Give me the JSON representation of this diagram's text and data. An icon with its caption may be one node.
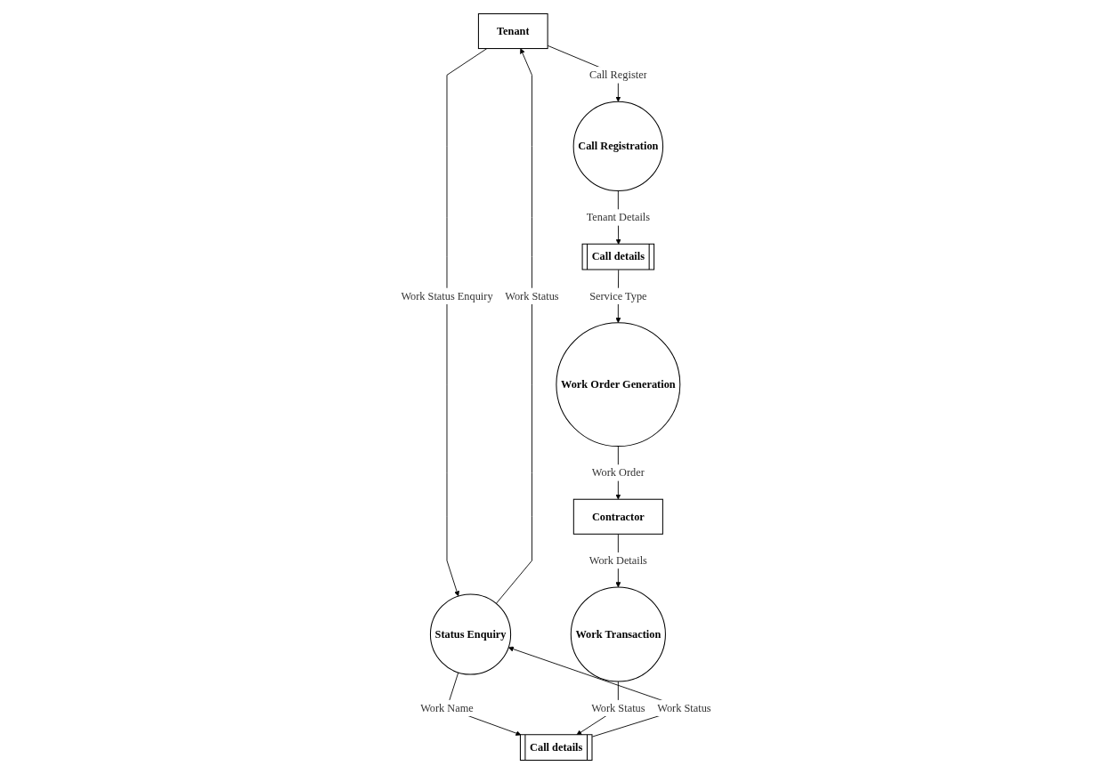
{
  "diagram": {
    "nodes": [
      {
        "text": [
          "Tenant"
        ]
      },
      {
        "text": [
          "Status Enquiry"
        ]
      },
      {
        "text": [
          "Call details"
        ]
      },
      {
        "text": [
          "Call Registration"
        ]
      },
      {
        "text": [
          "Work Order Generation"
        ]
      },
      {
        "text": [
          "Work Transaction"
        ]
      },
      {
        "text": [
          "Call details"
        ]
      },
      {
        "text": [
          "Contractor"
        ]
      }
    ],
    "edges": [
      {
        "from": 0,
        "to": 1,
        "arrow": "to",
        "label": "Work Status Enquiry"
      },
      {
        "from": 1,
        "to": 2,
        "arrow": "to",
        "label": "Work Name"
      },
      {
        "from": 2,
        "to": 1,
        "arrow": "to",
        "label": "Work Status"
      },
      {
        "from": 1,
        "to": 0,
        "arrow": "to",
        "label": "Work Status"
      },
      {
        "from": 0,
        "to": 3,
        "arrow": "to",
        "label": "Call Register"
      },
      {
        "from": 3,
        "to": 6,
        "arrow": "to",
        "label": "Tenant Details"
      },
      {
        "from": 6,
        "to": 4,
        "arrow": "to",
        "label": "Service Type"
      },
      {
        "from": 4,
        "to": 7,
        "arrow": "to",
        "label": "Work Order"
      },
      {
        "from": 7,
        "to": 5,
        "arrow": "to",
        "label": "Work Details"
      },
      {
        "from": 5,
        "to": 2,
        "arrow": "to",
        "label": "Work Status"
      }
    ]
  }
}
